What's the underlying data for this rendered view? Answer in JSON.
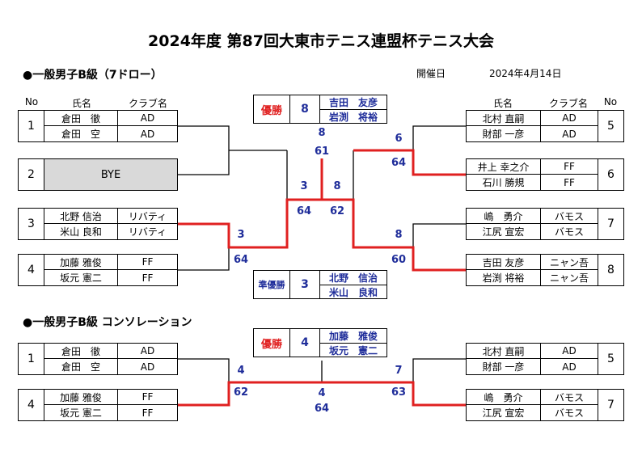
{
  "title": "2024年度 第87回大東市テニス連盟杯テニス大会",
  "main": {
    "section_title": "●一般男子B級（7ドロー）",
    "date_label": "開催日",
    "date": "2024年4月14日",
    "headers": {
      "no": "No",
      "name": "氏名",
      "club": "クラブ名"
    },
    "left": [
      {
        "no": "1",
        "p1": "倉田　徹",
        "c1": "AD",
        "p2": "倉田　空",
        "c2": "AD"
      },
      {
        "no": "2",
        "bye": "BYE"
      },
      {
        "no": "3",
        "p1": "北野 信治",
        "c1": "リバティ",
        "p2": "米山 良和",
        "c2": "リバティ"
      },
      {
        "no": "4",
        "p1": "加藤 雅俊",
        "c1": "FF",
        "p2": "坂元 憲二",
        "c2": "FF"
      }
    ],
    "right": [
      {
        "no": "5",
        "p1": "北村 直嗣",
        "c1": "AD",
        "p2": "財部 一彦",
        "c2": "AD"
      },
      {
        "no": "6",
        "p1": "井上 幸之介",
        "c1": "FF",
        "p2": "石川 勝規",
        "c2": "FF"
      },
      {
        "no": "7",
        "p1": "嶋　勇介",
        "c1": "バモス",
        "p2": "江尻 宣宏",
        "c2": "バモス"
      },
      {
        "no": "8",
        "p1": "吉田 友彦",
        "c1": "ニャン吾",
        "p2": "岩渕 将裕",
        "c2": "ニャン吾"
      }
    ],
    "scores": {
      "l34_a": "3",
      "l34_b": "64",
      "lsemi_a": "3",
      "lsemi_b": "64",
      "top8": "8",
      "r56_a": "6",
      "r56_b": "64",
      "final_l": "61",
      "final_r_a": "8",
      "final_r_b": "62",
      "r78_a": "8",
      "r78_b": "60"
    },
    "winner": {
      "label": "優勝",
      "no": "8",
      "p1": "吉田　友彦",
      "p2": "岩渕　将裕"
    },
    "runnerup": {
      "label": "準優勝",
      "no": "3",
      "p1": "北野　信治",
      "p2": "米山　良和"
    }
  },
  "consolation": {
    "section_title": "●一般男子B級 コンソレーション",
    "left": [
      {
        "no": "1",
        "p1": "倉田　徹",
        "c1": "AD",
        "p2": "倉田　空",
        "c2": "AD"
      },
      {
        "no": "4",
        "p1": "加藤 雅俊",
        "c1": "FF",
        "p2": "坂元 憲二",
        "c2": "FF"
      }
    ],
    "right": [
      {
        "no": "5",
        "p1": "北村 直嗣",
        "c1": "AD",
        "p2": "財部 一彦",
        "c2": "AD"
      },
      {
        "no": "7",
        "p1": "嶋　勇介",
        "c1": "バモス",
        "p2": "江尻 宣宏",
        "c2": "バモス"
      }
    ],
    "scores": {
      "l_a": "4",
      "l_b": "62",
      "c_a": "4",
      "c_b": "64",
      "r_a": "7",
      "r_b": "63"
    },
    "winner": {
      "label": "優勝",
      "no": "4",
      "p1": "加藤　雅俊",
      "p2": "坂元　憲二"
    }
  }
}
